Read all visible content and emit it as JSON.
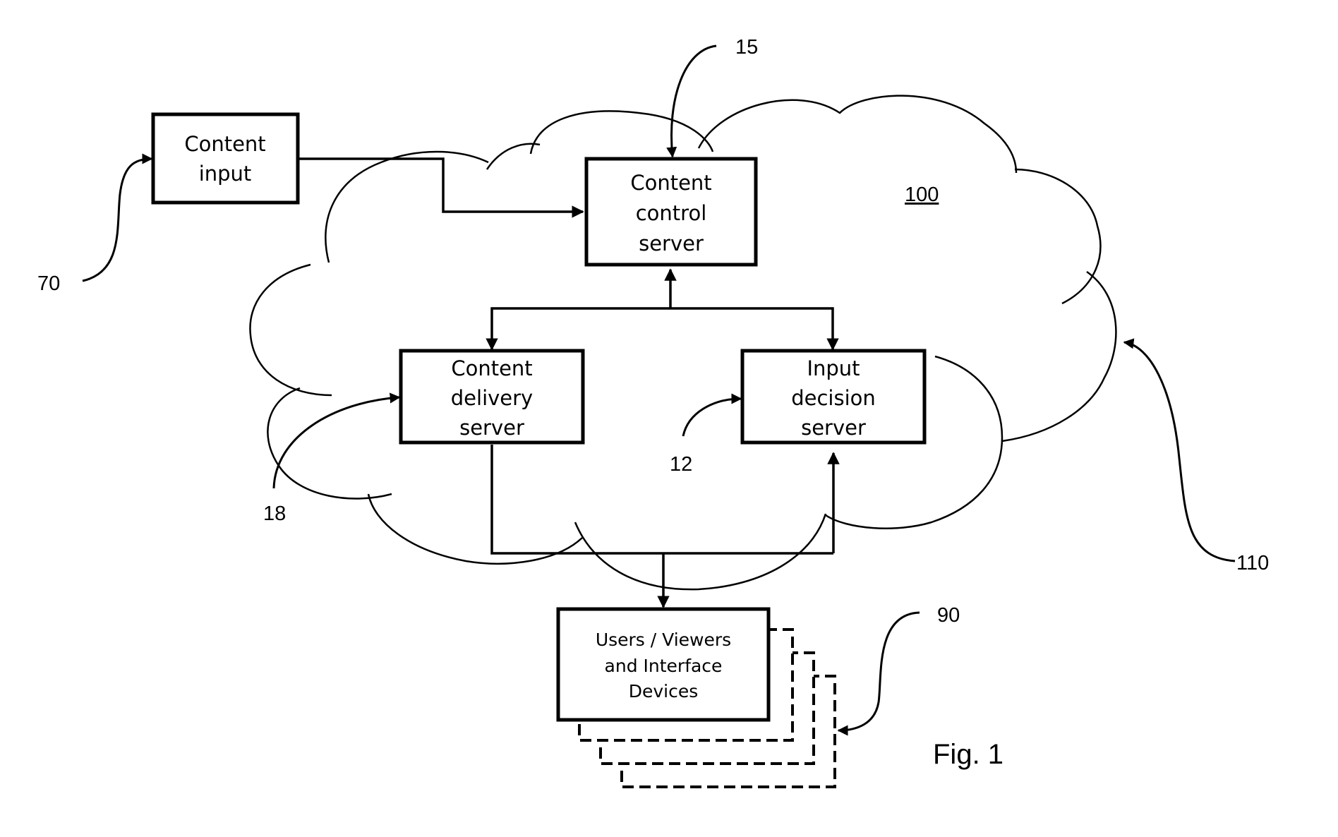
{
  "boxes": {
    "content_input": [
      "Content",
      "input"
    ],
    "content_control_server": [
      "Content",
      "control",
      "server"
    ],
    "content_delivery_server": [
      "Content",
      "delivery",
      "server"
    ],
    "input_decision_server": [
      "Input",
      "decision",
      "server"
    ],
    "users_viewers": [
      "Users / Viewers",
      "and Interface",
      "Devices"
    ]
  },
  "refs": {
    "r15": "15",
    "r100": "100",
    "r70": "70",
    "r18": "18",
    "r12": "12",
    "r110": "110",
    "r90": "90"
  },
  "figure_label": "Fig. 1",
  "colors": {
    "stroke": "#000000",
    "background": "#ffffff"
  }
}
